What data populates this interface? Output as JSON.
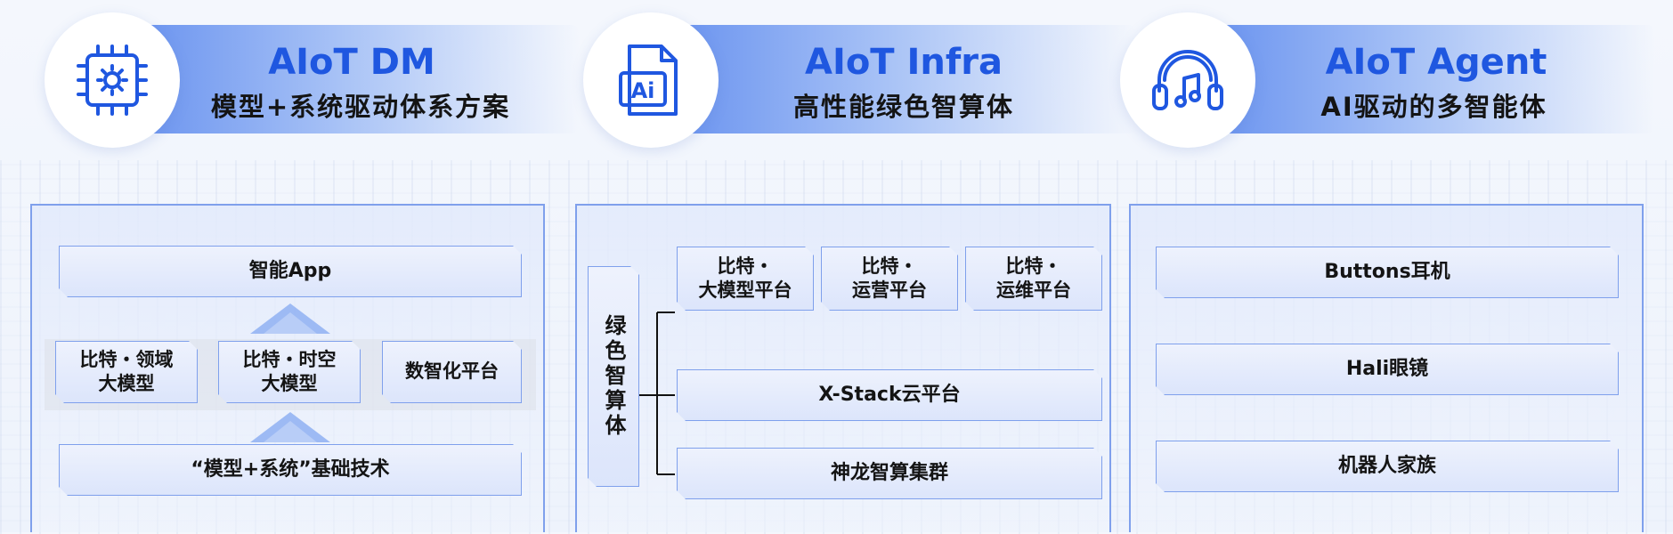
{
  "columns": [
    {
      "title": "AIoT DM",
      "subtitle": "模型+系统驱动体系方案",
      "icon": "chip-gear-icon",
      "boxes": {
        "top": "智能App",
        "middle": [
          {
            "line1": "比特・领域",
            "line2": "大模型"
          },
          {
            "line1": "比特・时空",
            "line2": "大模型"
          },
          {
            "line1": "数智化平台"
          }
        ],
        "bottom": "“模型+系统”基础技术"
      }
    },
    {
      "title": "AIoT Infra",
      "subtitle": "高性能绿色智算体",
      "icon": "ai-document-icon",
      "side": "绿色智算体",
      "top_boxes": [
        {
          "line1": "比特・",
          "line2": "大模型平台"
        },
        {
          "line1": "比特・",
          "line2": "运营平台"
        },
        {
          "line1": "比特・",
          "line2": "运维平台"
        }
      ],
      "middle": "X-Stack云平台",
      "bottom": "神龙智算集群"
    },
    {
      "title": "AIoT Agent",
      "subtitle": "AI驱动的多智能体",
      "icon": "headphones-music-icon",
      "items": [
        "Buttons耳机",
        "Hali眼镜",
        "机器人家族"
      ]
    }
  ],
  "colors": {
    "accent": "#1f57e0",
    "border": "#7fa0ec",
    "band_start": "#6f97f0"
  }
}
